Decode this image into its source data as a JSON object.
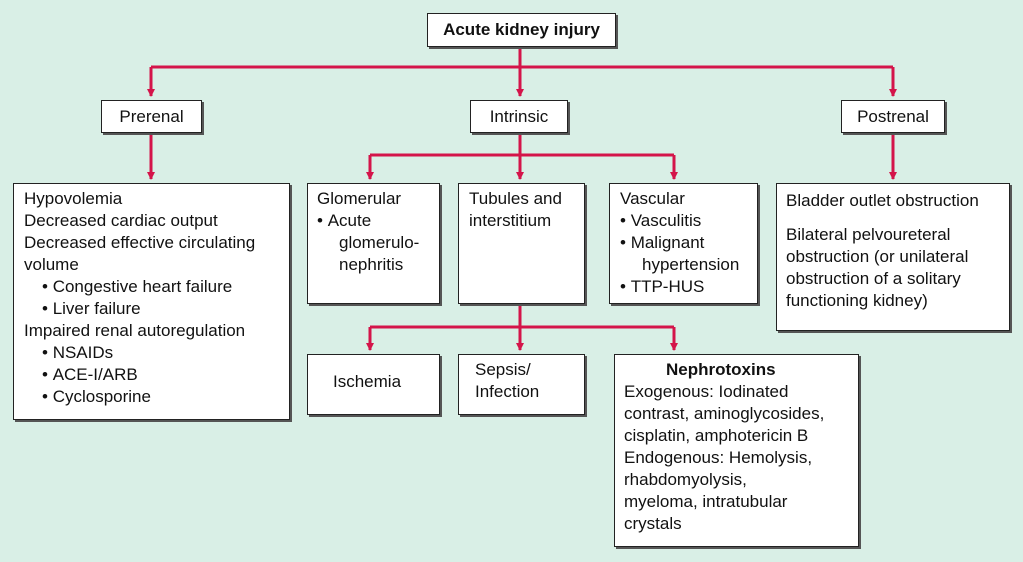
{
  "colors": {
    "background": "#d9efe6",
    "arrow": "#d4144a",
    "box_border": "#222222"
  },
  "root": {
    "label": "Acute kidney injury"
  },
  "categories": {
    "prerenal": "Prerenal",
    "intrinsic": "Intrinsic",
    "postrenal": "Postrenal"
  },
  "prerenal_details": {
    "lines": [
      "Hypovolemia",
      "Decreased cardiac output",
      "Decreased effective circulating",
      "volume",
      "Congestive heart failure",
      "Liver failure",
      "Impaired renal autoregulation",
      "NSAIDs",
      "ACE-I/ARB",
      "Cyclosporine"
    ]
  },
  "glomerular": {
    "title": "Glomerular",
    "items": [
      "Acute",
      "glomerulo-",
      "nephritis"
    ]
  },
  "tubules": {
    "lines": [
      "Tubules and",
      "interstitium"
    ]
  },
  "vascular": {
    "title": "Vascular",
    "items": [
      "Vasculitis",
      "Malignant",
      "hypertension",
      "TTP-HUS"
    ]
  },
  "postrenal_details": {
    "line1": "Bladder outlet obstruction",
    "lines": [
      "Bilateral pelvoureteral",
      "obstruction (or unilateral",
      "obstruction of a solitary",
      "functioning kidney)"
    ]
  },
  "ischemia": {
    "label": "Ischemia"
  },
  "sepsis": {
    "lines": [
      "Sepsis/",
      "Infection"
    ]
  },
  "nephrotoxins": {
    "title": "Nephrotoxins",
    "lines": [
      "Exogenous: Iodinated",
      "contrast, aminoglycosides,",
      "cisplatin, amphotericin B",
      "Endogenous: Hemolysis,",
      "rhabdomyolysis,",
      "myeloma, intratubular",
      "crystals"
    ]
  }
}
